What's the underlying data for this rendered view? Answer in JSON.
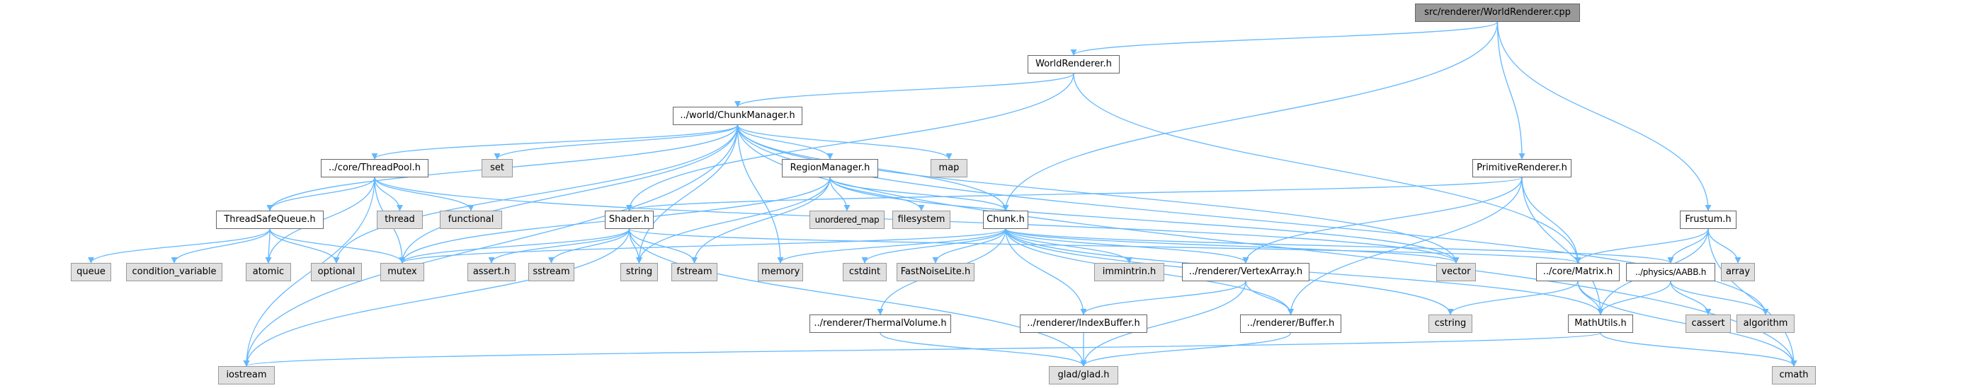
{
  "diagram": {
    "title": "src/renderer/WorldRenderer.cpp",
    "edge_color": "#63b8ff",
    "colors": {
      "root_fill": "#999999",
      "internal_fill": "#ffffff",
      "external_fill": "#e0e0e0",
      "border_internal": "#666666",
      "border_external": "#999999"
    },
    "nodes": {
      "root": {
        "label": "src/renderer/WorldRenderer.cpp",
        "kind": "root"
      },
      "worldrenderer_h": {
        "label": "WorldRenderer.h",
        "kind": "internal"
      },
      "chunkmanager_h": {
        "label": "../world/ChunkManager.h",
        "kind": "internal"
      },
      "threadpool_h": {
        "label": "../core/ThreadPool.h",
        "kind": "internal"
      },
      "set": {
        "label": "set",
        "kind": "external"
      },
      "map": {
        "label": "map",
        "kind": "external"
      },
      "regionmanager_h": {
        "label": "RegionManager.h",
        "kind": "internal"
      },
      "primitiverenderer_h": {
        "label": "PrimitiveRenderer.h",
        "kind": "internal"
      },
      "frustum_h": {
        "label": "Frustum.h",
        "kind": "internal"
      },
      "threadsafequeue_h": {
        "label": "ThreadSafeQueue.h",
        "kind": "internal"
      },
      "thread": {
        "label": "thread",
        "kind": "external"
      },
      "functional": {
        "label": "functional",
        "kind": "external"
      },
      "shader_h": {
        "label": "Shader.h",
        "kind": "internal"
      },
      "unordered_map": {
        "label": "unordered_map",
        "kind": "external"
      },
      "filesystem": {
        "label": "filesystem",
        "kind": "external"
      },
      "chunk_h": {
        "label": "Chunk.h",
        "kind": "internal"
      },
      "queue": {
        "label": "queue",
        "kind": "external"
      },
      "condition_variable": {
        "label": "condition_variable",
        "kind": "external"
      },
      "atomic": {
        "label": "atomic",
        "kind": "external"
      },
      "optional": {
        "label": "optional",
        "kind": "external"
      },
      "mutex": {
        "label": "mutex",
        "kind": "external"
      },
      "assert_h": {
        "label": "assert.h",
        "kind": "external"
      },
      "sstream": {
        "label": "sstream",
        "kind": "external"
      },
      "string": {
        "label": "string",
        "kind": "external"
      },
      "fstream": {
        "label": "fstream",
        "kind": "external"
      },
      "memory": {
        "label": "memory",
        "kind": "external"
      },
      "cstdint": {
        "label": "cstdint",
        "kind": "external"
      },
      "fastnoiselite_h": {
        "label": "FastNoiseLite.h",
        "kind": "external"
      },
      "immintrin_h": {
        "label": "immintrin.h",
        "kind": "external"
      },
      "vertexarray_h": {
        "label": "../renderer/VertexArray.h",
        "kind": "internal"
      },
      "vector": {
        "label": "vector",
        "kind": "external"
      },
      "matrix_h": {
        "label": "../core/Matrix.h",
        "kind": "internal"
      },
      "aabb_h": {
        "label": "../physics/AABB.h",
        "kind": "internal"
      },
      "array": {
        "label": "array",
        "kind": "external"
      },
      "thermalvolume_h": {
        "label": "../renderer/ThermalVolume.h",
        "kind": "internal"
      },
      "indexbuffer_h": {
        "label": "../renderer/IndexBuffer.h",
        "kind": "internal"
      },
      "buffer_h": {
        "label": "../renderer/Buffer.h",
        "kind": "internal"
      },
      "cstring": {
        "label": "cstring",
        "kind": "external"
      },
      "mathutils_h": {
        "label": "MathUtils.h",
        "kind": "internal"
      },
      "cassert": {
        "label": "cassert",
        "kind": "external"
      },
      "algorithm": {
        "label": "algorithm",
        "kind": "external"
      },
      "iostream": {
        "label": "iostream",
        "kind": "external"
      },
      "glad_h": {
        "label": "glad/glad.h",
        "kind": "external"
      },
      "cmath": {
        "label": "cmath",
        "kind": "external"
      }
    },
    "edges": [
      [
        "root",
        "worldrenderer_h"
      ],
      [
        "root",
        "chunk_h"
      ],
      [
        "root",
        "primitiverenderer_h"
      ],
      [
        "root",
        "frustum_h"
      ],
      [
        "worldrenderer_h",
        "chunkmanager_h"
      ],
      [
        "worldrenderer_h",
        "shader_h"
      ],
      [
        "worldrenderer_h",
        "matrix_h"
      ],
      [
        "chunkmanager_h",
        "threadpool_h"
      ],
      [
        "chunkmanager_h",
        "set"
      ],
      [
        "chunkmanager_h",
        "map"
      ],
      [
        "chunkmanager_h",
        "regionmanager_h"
      ],
      [
        "chunkmanager_h",
        "threadsafequeue_h"
      ],
      [
        "chunkmanager_h",
        "chunk_h"
      ],
      [
        "chunkmanager_h",
        "iostream"
      ],
      [
        "chunkmanager_h",
        "mutex"
      ],
      [
        "chunkmanager_h",
        "optional"
      ],
      [
        "chunkmanager_h",
        "string"
      ],
      [
        "chunkmanager_h",
        "memory"
      ],
      [
        "chunkmanager_h",
        "vector"
      ],
      [
        "chunkmanager_h",
        "algorithm"
      ],
      [
        "chunkmanager_h",
        "cmath"
      ],
      [
        "threadpool_h",
        "threadsafequeue_h"
      ],
      [
        "threadpool_h",
        "thread"
      ],
      [
        "threadpool_h",
        "functional"
      ],
      [
        "threadpool_h",
        "atomic"
      ],
      [
        "threadpool_h",
        "mutex"
      ],
      [
        "threadpool_h",
        "iostream"
      ],
      [
        "threadpool_h",
        "vector"
      ],
      [
        "regionmanager_h",
        "chunk_h"
      ],
      [
        "regionmanager_h",
        "unordered_map"
      ],
      [
        "regionmanager_h",
        "filesystem"
      ],
      [
        "regionmanager_h",
        "string"
      ],
      [
        "regionmanager_h",
        "fstream"
      ],
      [
        "regionmanager_h",
        "mutex"
      ],
      [
        "regionmanager_h",
        "vector"
      ],
      [
        "primitiverenderer_h",
        "shader_h"
      ],
      [
        "primitiverenderer_h",
        "vertexarray_h"
      ],
      [
        "primitiverenderer_h",
        "buffer_h"
      ],
      [
        "primitiverenderer_h",
        "matrix_h"
      ],
      [
        "primitiverenderer_h",
        "mathutils_h"
      ],
      [
        "frustum_h",
        "matrix_h"
      ],
      [
        "frustum_h",
        "aabb_h"
      ],
      [
        "frustum_h",
        "array"
      ],
      [
        "frustum_h",
        "mathutils_h"
      ],
      [
        "frustum_h",
        "cmath"
      ],
      [
        "threadsafequeue_h",
        "queue"
      ],
      [
        "threadsafequeue_h",
        "condition_variable"
      ],
      [
        "threadsafequeue_h",
        "atomic"
      ],
      [
        "threadsafequeue_h",
        "optional"
      ],
      [
        "threadsafequeue_h",
        "mutex"
      ],
      [
        "shader_h",
        "mutex"
      ],
      [
        "shader_h",
        "assert_h"
      ],
      [
        "shader_h",
        "sstream"
      ],
      [
        "shader_h",
        "string"
      ],
      [
        "shader_h",
        "fstream"
      ],
      [
        "shader_h",
        "iostream"
      ],
      [
        "shader_h",
        "glad_h"
      ],
      [
        "shader_h",
        "matrix_h"
      ],
      [
        "chunk_h",
        "memory"
      ],
      [
        "chunk_h",
        "cstdint"
      ],
      [
        "chunk_h",
        "fastnoiselite_h"
      ],
      [
        "chunk_h",
        "immintrin_h"
      ],
      [
        "chunk_h",
        "vertexarray_h"
      ],
      [
        "chunk_h",
        "vector"
      ],
      [
        "chunk_h",
        "aabb_h"
      ],
      [
        "chunk_h",
        "thermalvolume_h"
      ],
      [
        "chunk_h",
        "indexbuffer_h"
      ],
      [
        "chunk_h",
        "buffer_h"
      ],
      [
        "chunk_h",
        "cstring"
      ],
      [
        "chunk_h",
        "mathutils_h"
      ],
      [
        "chunk_h",
        "mutex"
      ],
      [
        "vertexarray_h",
        "indexbuffer_h"
      ],
      [
        "vertexarray_h",
        "buffer_h"
      ],
      [
        "vertexarray_h",
        "glad_h"
      ],
      [
        "matrix_h",
        "mathutils_h"
      ],
      [
        "matrix_h",
        "cstring"
      ],
      [
        "matrix_h",
        "cmath"
      ],
      [
        "aabb_h",
        "mathutils_h"
      ],
      [
        "aabb_h",
        "cassert"
      ],
      [
        "aabb_h",
        "algorithm"
      ],
      [
        "thermalvolume_h",
        "glad_h"
      ],
      [
        "indexbuffer_h",
        "glad_h"
      ],
      [
        "buffer_h",
        "glad_h"
      ],
      [
        "mathutils_h",
        "iostream"
      ],
      [
        "mathutils_h",
        "cmath"
      ]
    ]
  }
}
